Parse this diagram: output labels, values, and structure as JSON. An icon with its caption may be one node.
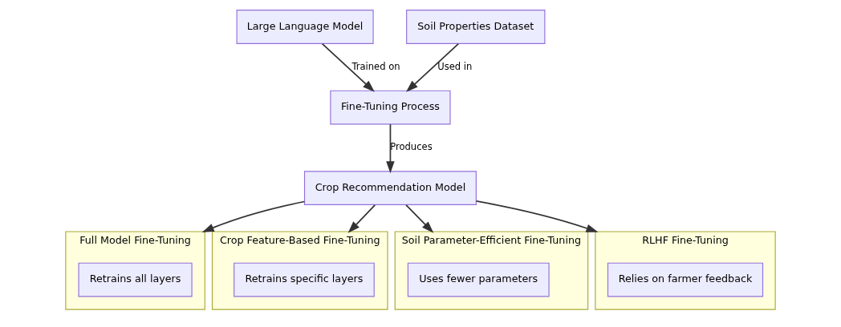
{
  "diagram": {
    "nodes": [
      {
        "text": [
          "Large Language Model"
        ]
      },
      {
        "text": [
          "Soil Properties Dataset"
        ]
      },
      {
        "text": [
          "Fine-Tuning Process"
        ]
      },
      {
        "text": [
          "Crop Recommendation Model"
        ]
      },
      {
        "text": [
          "Full Model Fine-Tuning"
        ]
      },
      {
        "text": [
          "Retrains all layers"
        ],
        "in": 4
      },
      {
        "text": [
          "Crop Feature-Based Fine-Tuning"
        ]
      },
      {
        "text": [
          "Retrains specific layers"
        ],
        "in": 6
      },
      {
        "text": [
          "Soil Parameter-Efficient Fine-Tuning"
        ]
      },
      {
        "text": [
          "Uses fewer parameters"
        ],
        "in": 8
      },
      {
        "text": [
          "RLHF Fine-Tuning"
        ]
      },
      {
        "text": [
          "Relies on farmer feedback"
        ],
        "in": 10
      }
    ],
    "edges": [
      {
        "from": 0,
        "to": 2,
        "arrow": "to",
        "label": "Trained on"
      },
      {
        "from": 1,
        "to": 2,
        "arrow": "to",
        "label": "Used in"
      },
      {
        "from": 2,
        "to": 3,
        "arrow": "to",
        "label": "Produces"
      },
      {
        "from": 3,
        "to": 4,
        "arrow": "to"
      },
      {
        "from": 3,
        "to": 6,
        "arrow": "to"
      },
      {
        "from": 3,
        "to": 8,
        "arrow": "to"
      },
      {
        "from": 3,
        "to": 10,
        "arrow": "to"
      }
    ]
  }
}
